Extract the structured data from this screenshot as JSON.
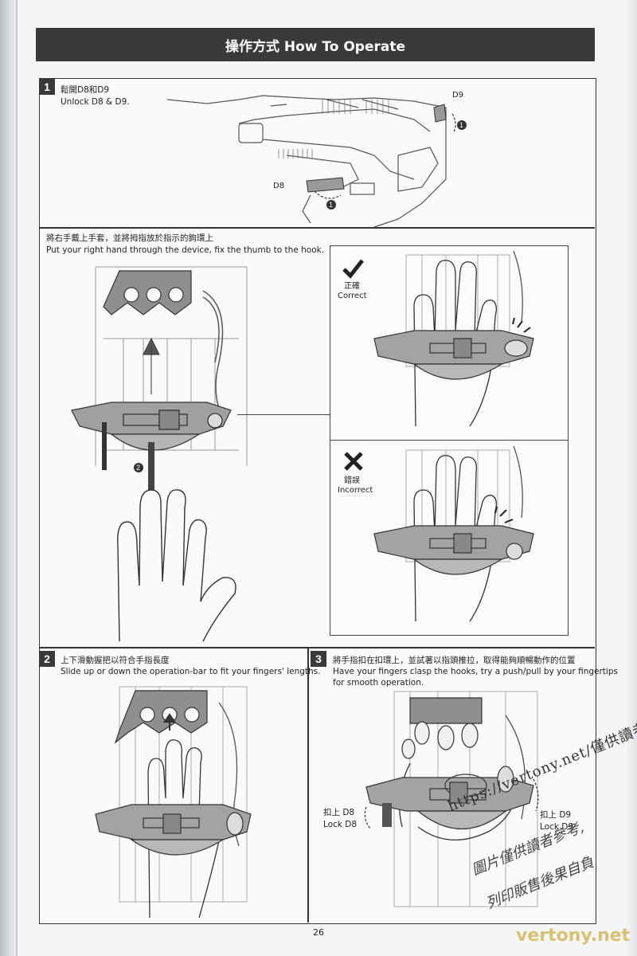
{
  "header": {
    "title": "操作方式 How To Operate"
  },
  "step1": {
    "number": "1",
    "title_zh": "鬆開D8和D9",
    "title_en": "Unlock D8 & D9.",
    "label_d8": "D8",
    "label_d9": "D9",
    "marker": "1"
  },
  "hand_instruction": {
    "zh": "將右手戴上手套，並將拇指放於指示的鉤環上",
    "en": "Put your right hand through the device, fix the thumb to the hook.",
    "marker": "2"
  },
  "correct": {
    "zh": "正確",
    "en": "Correct"
  },
  "incorrect": {
    "zh": "錯誤",
    "en": "Incorrect"
  },
  "step2": {
    "number": "2",
    "zh": "上下滑動握把以符合手指長度",
    "en": "Slide up or down the operation-bar to fit your fingers' lengths."
  },
  "step3": {
    "number": "3",
    "zh": "將手指扣在扣環上，並試著以指頭推拉，取得能夠順暢動作的位置",
    "en_line1": "Have your fingers clasp the hooks, try a push/pull by your fingertips",
    "en_line2": "for smooth operation.",
    "lock_d8_zh": "扣上 D8",
    "lock_d8_en": "Lock D8",
    "lock_d9_zh": "扣上 D9",
    "lock_d9_en": "Lock D9"
  },
  "page_number": "26",
  "watermark": {
    "url": "https://vertony.net/",
    "line1": "僅供讀者參考,",
    "line2": "圖片僅供讀者參考,",
    "line3": "列印販售後果自負",
    "site": "vertony.net"
  },
  "colors": {
    "header_bg": "#3a3a3a",
    "part_gray": "#9a9a9a",
    "watermark_gold": "#d6c270"
  }
}
